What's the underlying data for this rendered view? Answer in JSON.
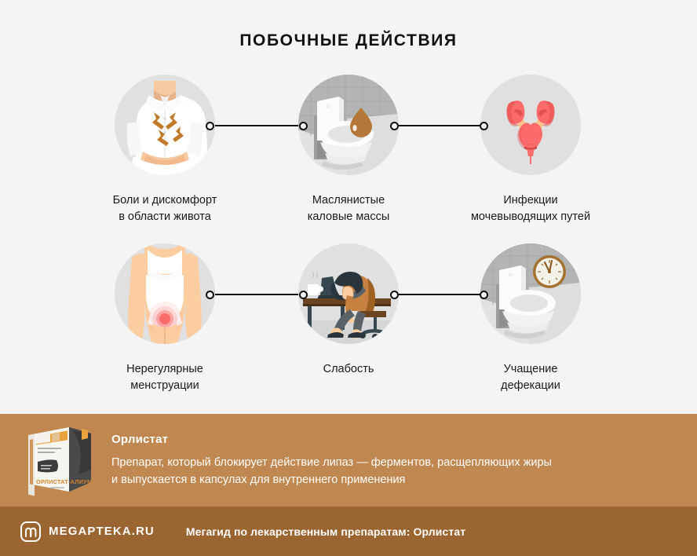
{
  "page": {
    "title": "ПОБОЧНЫЕ ДЕЙСТВИЯ",
    "background_color": "#f4f4f4",
    "accent_color": "#c08850",
    "footer_color": "#9a6530"
  },
  "items": [
    {
      "icon": "abdominal-pain-icon",
      "caption": "Боли и дискомфорт\nв области живота"
    },
    {
      "icon": "toilet-oily-stool-icon",
      "caption": "Маслянистые\nкаловые массы"
    },
    {
      "icon": "urinary-tract-icon",
      "caption": "Инфекции\nмочевыводящих путей"
    },
    {
      "icon": "irregular-menstruation-icon",
      "caption": "Нерегулярные\nменструации"
    },
    {
      "icon": "fatigue-desk-icon",
      "caption": "Слабость"
    },
    {
      "icon": "toilet-clock-icon",
      "caption": "Учащение\nдефекации"
    }
  ],
  "banner": {
    "product_image": "orlistat-box-image",
    "product_box_label": "ОРЛИСТАТ-АЛИУМ",
    "title": "Орлистат",
    "description": "Препарат, который блокирует действие липаз — ферментов, расщепляющих жиры\nи выпускается в капсулах для внутреннего применения"
  },
  "footer": {
    "logo_icon": "megapteka-m-logo-icon",
    "brand": "MEGAPTEKA.RU",
    "caption": "Мегагид по лекарственным препаратам: Орлистат"
  }
}
